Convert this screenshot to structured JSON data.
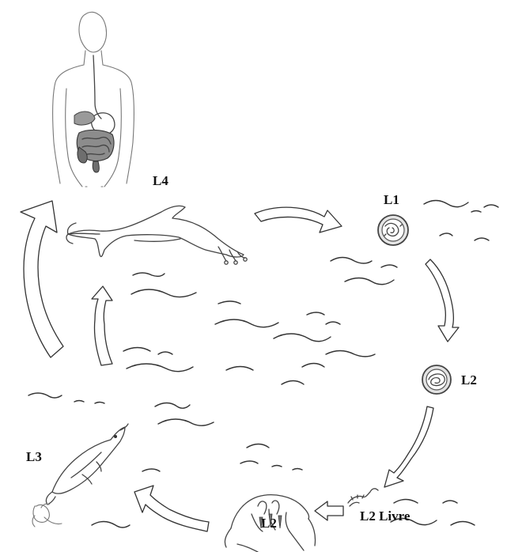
{
  "diagram": {
    "stages": {
      "l1": "L1",
      "l2_egg": "L2",
      "l2_free": "L2 Livre",
      "l2_copepod": "L2",
      "l3": "L3",
      "l4": "L4"
    },
    "hosts": [
      "human",
      "dolphin",
      "copepod",
      "fish"
    ]
  }
}
